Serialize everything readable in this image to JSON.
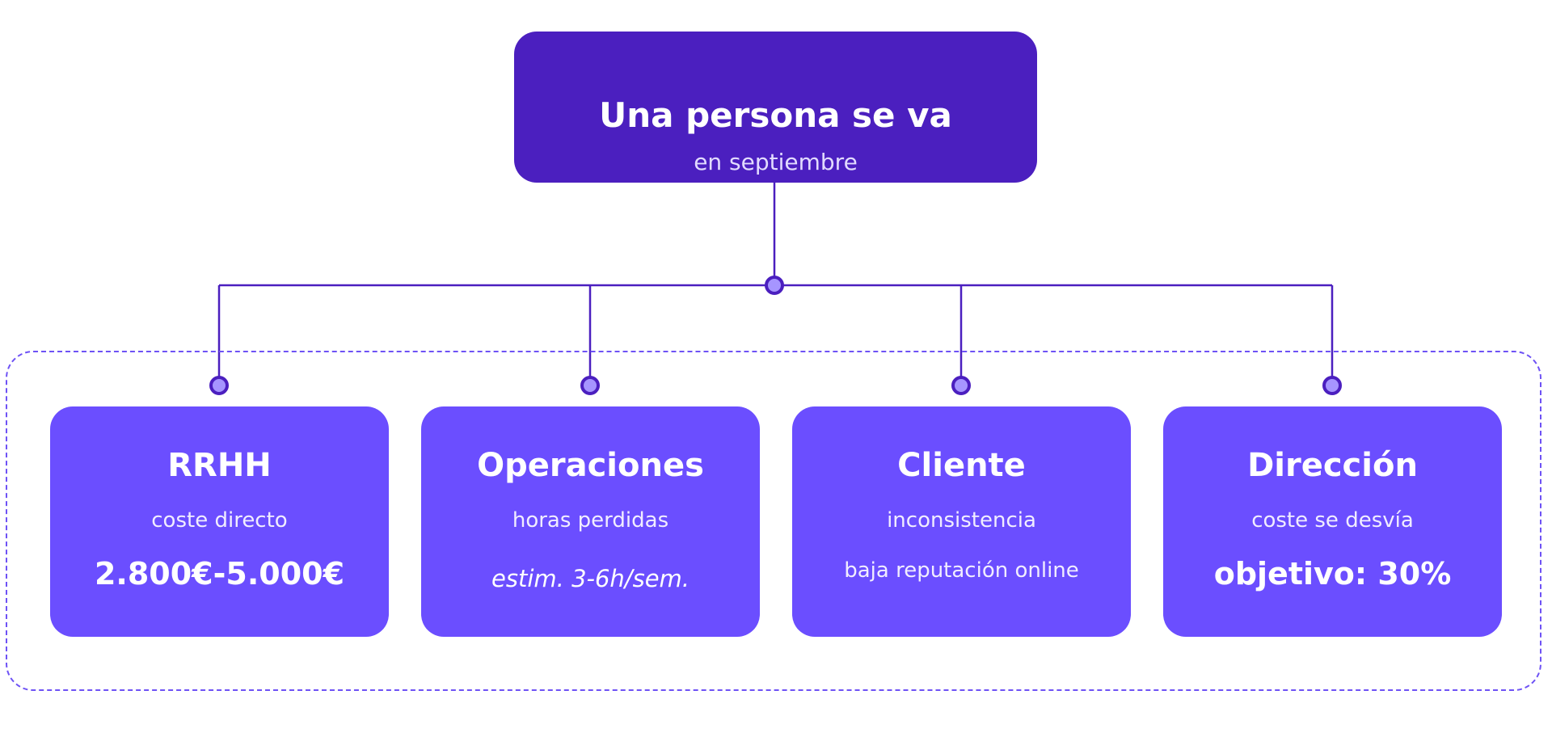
{
  "colors": {
    "root_fill": "#4b1fbf",
    "card_fill": "#6b4eff",
    "connector": "#4b1fbf",
    "node_fill": "#a695ff",
    "dashed_border": "#6e52f5",
    "background": "#ffffff"
  },
  "root": {
    "title": "Una persona se va",
    "subtitle": "en septiembre"
  },
  "departments": [
    {
      "title": "RRHH",
      "line1": "coste directo",
      "value": "2.800€-5.000€"
    },
    {
      "title": "Operaciones",
      "line1": "horas perdidas",
      "value": "estim. 3-6h/sem."
    },
    {
      "title": "Cliente",
      "line1": "inconsistencia",
      "line2": "baja reputación online"
    },
    {
      "title": "Dirección",
      "line1": "coste se desvía",
      "value": "objetivo: 30%"
    }
  ]
}
